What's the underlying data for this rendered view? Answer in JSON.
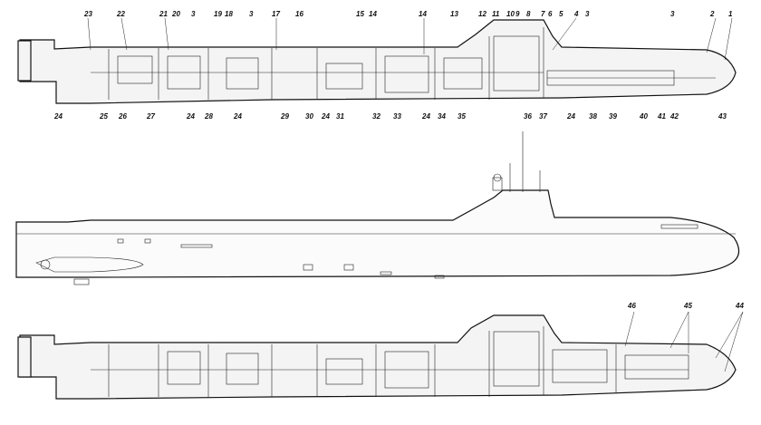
{
  "top_callouts": {
    "upper": [
      "23",
      "22",
      "21",
      "20",
      "3",
      "19",
      "18",
      "3",
      "17",
      "16",
      "15",
      "14",
      "14",
      "13",
      "12",
      "11",
      "10",
      "9",
      "8",
      "7",
      "6",
      "5",
      "4",
      "3",
      "3",
      "2",
      "1"
    ],
    "lower": [
      "24",
      "25",
      "26",
      "27",
      "24",
      "28",
      "24",
      "29",
      "30",
      "24",
      "31",
      "32",
      "33",
      "24",
      "34",
      "35",
      "36",
      "37",
      "24",
      "38",
      "39",
      "40",
      "41",
      "42",
      "43"
    ]
  },
  "bottom_callouts": [
    "46",
    "45",
    "44"
  ]
}
